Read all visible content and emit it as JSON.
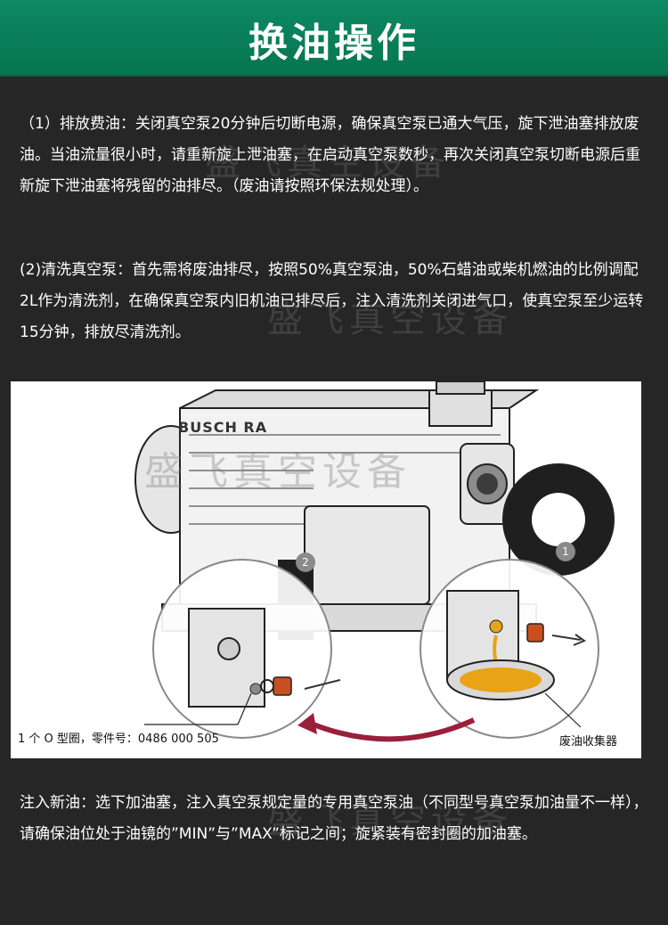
{
  "header": {
    "title": "换油操作"
  },
  "paragraphs": {
    "p1": "（1）排放费油：关闭真空泵20分钟后切断电源，确保真空泵已通大气压，旋下泄油塞排放废油。当油流量很小时，请重新旋上泄油塞，在启动真空泵数秒，再次关闭真空泵切断电源后重新旋下泄油塞将残留的油排尽。（废油请按照环保法规处理）。",
    "p2": "(2)清洗真空泵：首先需将废油排尽，按照50%真空泵油，50%石蜡油或柴机燃油的比例调配2L作为清洗剂，在确保真空泵内旧机油已排尽后，注入清洗剂关闭进气口，使真空泵至少运转15分钟，排放尽清洗剂。",
    "p3": "注入新油：选下加油塞，注入真空泵规定量的专用真空泵油（不同型号真空泵加油量不一样），请确保油位处于油镜的”MIN”与”MAX”标记之间；旋紧装有密封圈的加油塞。"
  },
  "watermark": "盛飞真空设备",
  "figure": {
    "brand": "BUSCH  RA",
    "badge1": "1",
    "badge2": "2",
    "label_oring": "1 个 O 型圈，零件号：0486 000 505",
    "label_tray": "废油收集器"
  },
  "colors": {
    "header_green": "#0a7f58",
    "background": "#262626",
    "oil": "#e8a317",
    "plug": "#c8501e",
    "arrow": "#9a1f3a"
  }
}
